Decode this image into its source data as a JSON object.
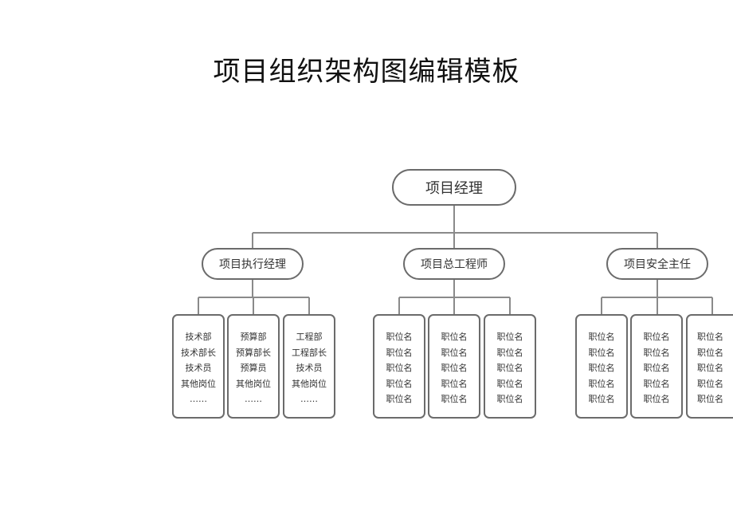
{
  "title": "项目组织架构图编辑模板",
  "root": {
    "label": "项目经理"
  },
  "managers": [
    {
      "label": "项目执行经理",
      "cards": [
        [
          "技术部",
          "技术部长",
          "技术员",
          "其他岗位",
          "……"
        ],
        [
          "预算部",
          "预算部长",
          "预算员",
          "其他岗位",
          "……"
        ],
        [
          "工程部",
          "工程部长",
          "技术员",
          "其他岗位",
          "……"
        ]
      ]
    },
    {
      "label": "项目总工程师",
      "cards": [
        [
          "职位名",
          "职位名",
          "职位名",
          "职位名",
          "职位名"
        ],
        [
          "职位名",
          "职位名",
          "职位名",
          "职位名",
          "职位名"
        ],
        [
          "职位名",
          "职位名",
          "职位名",
          "职位名",
          "职位名"
        ]
      ]
    },
    {
      "label": "项目安全主任",
      "cards": [
        [
          "职位名",
          "职位名",
          "职位名",
          "职位名",
          "职位名"
        ],
        [
          "职位名",
          "职位名",
          "职位名",
          "职位名",
          "职位名"
        ],
        [
          "职位名",
          "职位名",
          "职位名",
          "职位名",
          "职位名"
        ]
      ]
    }
  ]
}
